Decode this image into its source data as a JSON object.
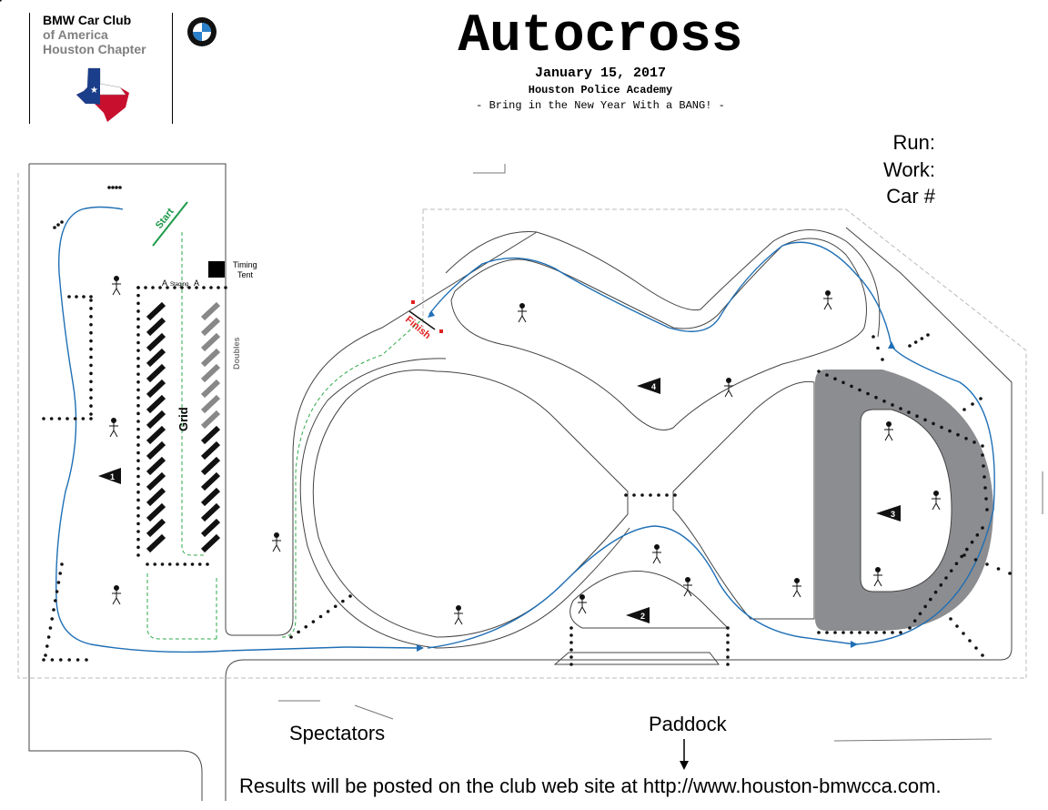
{
  "header": {
    "club_line1": "BMW Car Club",
    "club_line2": "of America",
    "club_line3": "Houston Chapter",
    "title": "Autocross",
    "date": "January 15, 2017",
    "venue": "Houston Police Academy",
    "tagline": "- Bring in the New Year With a BANG! -"
  },
  "card": {
    "run_label": "Run:",
    "work_label": "Work:",
    "car_label": "Car #"
  },
  "map": {
    "start_label": "Start",
    "finish_label": "Finish",
    "timing_tent_line1": "Timing",
    "timing_tent_line2": "Tent",
    "staging_label": "Staging",
    "grid_label": "Grid",
    "doubles_label": "Doubles",
    "stations": [
      "1",
      "2",
      "3",
      "4"
    ],
    "spectators_label": "Spectators",
    "paddock_label": "Paddock",
    "colors": {
      "course_line": "#1f6fb5",
      "start": "#1e9a4a",
      "finish": "#e02020",
      "paved_d": "#8c8d90"
    }
  },
  "footer": {
    "results_note": "Results will be posted on the club web site at http://www.houston-bmwcca.com."
  },
  "icons": [
    "bmw-roundel-icon",
    "texas-flag-icon",
    "course-worker-icon",
    "cone-icon",
    "station-flag-icon",
    "down-arrow-icon"
  ]
}
